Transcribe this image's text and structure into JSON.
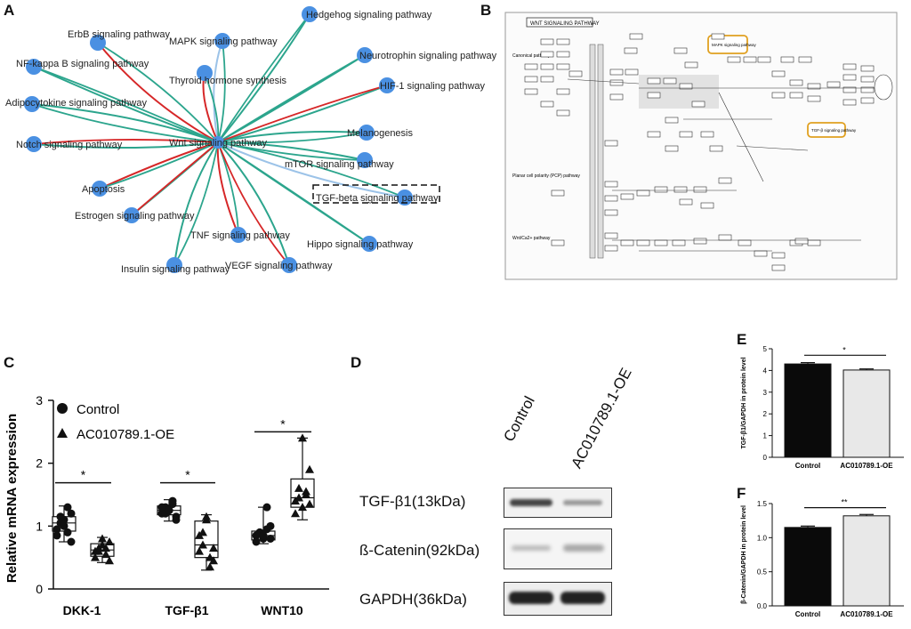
{
  "panels": {
    "A": "A",
    "B": "B",
    "C": "C",
    "D": "D",
    "E": "E",
    "F": "F"
  },
  "network": {
    "center": "Wnt signaling pathway",
    "nodes": [
      "ErbB signaling pathway",
      "Hedgehog signaling pathway",
      "MAPK signaling pathway",
      "NF-kappa B signaling pathway",
      "Thyroid hormone synthesis",
      "Neurotrophin signaling pathway",
      "HIF-1 signaling pathway",
      "Adipocytokine signaling pathway",
      "Melanogenesis",
      "Notch signaling pathway",
      "mTOR signaling pathway",
      "Apoptosis",
      "TGF-beta signaling pathway",
      "Estrogen signaling pathway",
      "TNF signaling pathway",
      "Hippo signaling pathway",
      "Insulin signaling pathway",
      "VEGF signaling pathway"
    ],
    "colors": {
      "node": "#4a90e2",
      "red": "#d62728",
      "green": "#2ca58d",
      "lightblue": "#9cc3e8"
    }
  },
  "kegg": {
    "title": "WNT SIGNALING PATHWAY",
    "labels": [
      "Canonical pathway",
      "Planar cell polarity (PCP) pathway",
      "Wnt/Ca2+ pathway",
      "MAPK signaling pathway",
      "TGF-β signaling pathway"
    ]
  },
  "chart_data": [
    {
      "type": "box",
      "ylabel": "Relative mRNA expression",
      "ylim": [
        0,
        3
      ],
      "yticks": [
        "0",
        "1",
        "2",
        "3"
      ],
      "categories": [
        "DKK-1",
        "TGF-β1",
        "WNT10"
      ],
      "legend": [
        "Control",
        "AC010789.1-OE"
      ],
      "significance": [
        "*",
        "*",
        "*"
      ],
      "series": [
        {
          "name": "Control",
          "points": [
            [
              0.95,
              1.05,
              1.1,
              0.9,
              1.2,
              0.85,
              1.15,
              1.0,
              1.3,
              0.75
            ],
            [
              1.2,
              1.3,
              1.25,
              1.35,
              1.15,
              1.3,
              1.2,
              1.25,
              1.4,
              1.1
            ],
            [
              0.85,
              0.9,
              0.8,
              0.95,
              1.0,
              0.75,
              0.9,
              0.85,
              1.3,
              0.8
            ]
          ]
        },
        {
          "name": "AC010789.1-OE",
          "points": [
            [
              0.6,
              0.65,
              0.7,
              0.55,
              0.75,
              0.5,
              0.6,
              0.8,
              0.65,
              0.45
            ],
            [
              0.6,
              0.9,
              1.1,
              0.5,
              0.45,
              0.85,
              0.7,
              1.15,
              0.35,
              0.65
            ],
            [
              1.4,
              1.6,
              1.3,
              1.5,
              1.9,
              1.2,
              1.45,
              2.4,
              1.55,
              1.35
            ]
          ]
        }
      ],
      "boxes": [
        {
          "q1": 0.92,
          "med": 1.05,
          "q3": 1.15,
          "min": 0.75,
          "max": 1.32
        },
        {
          "q1": 0.52,
          "med": 0.62,
          "q3": 0.72,
          "min": 0.42,
          "max": 0.82
        },
        {
          "q1": 1.18,
          "med": 1.25,
          "q3": 1.32,
          "min": 1.08,
          "max": 1.42
        },
        {
          "q1": 0.5,
          "med": 0.7,
          "q3": 1.08,
          "min": 0.3,
          "max": 1.18
        },
        {
          "q1": 0.78,
          "med": 0.85,
          "q3": 0.92,
          "min": 0.72,
          "max": 1.3
        },
        {
          "q1": 1.3,
          "med": 1.45,
          "q3": 1.75,
          "min": 1.1,
          "max": 2.4
        }
      ]
    },
    {
      "type": "bar",
      "ylabel": "TGF-β1/GAPDH in protein level",
      "categories": [
        "Control",
        "AC010789.1-OE"
      ],
      "values": [
        4.3,
        4.02
      ],
      "errors": [
        0.06,
        0.05
      ],
      "ylim": [
        0,
        5
      ],
      "yticks": [
        "0",
        "1",
        "2",
        "3",
        "4",
        "5"
      ],
      "significance": "*"
    },
    {
      "type": "bar",
      "ylabel": "β-Catenin/GAPDH in protein level",
      "categories": [
        "Control",
        "AC010789.1-OE"
      ],
      "values": [
        1.15,
        1.32
      ],
      "errors": [
        0.02,
        0.02
      ],
      "ylim": [
        0,
        1.5
      ],
      "yticks": [
        "0.0",
        "0.5",
        "1.0",
        "1.5"
      ],
      "significance": "**"
    }
  ],
  "blot": {
    "lanes": [
      "Control",
      "AC010789.1-OE"
    ],
    "rows": [
      "TGF-β1(13kDa)",
      "ß-Catenin(92kDa)",
      "GAPDH(36kDa)"
    ]
  }
}
